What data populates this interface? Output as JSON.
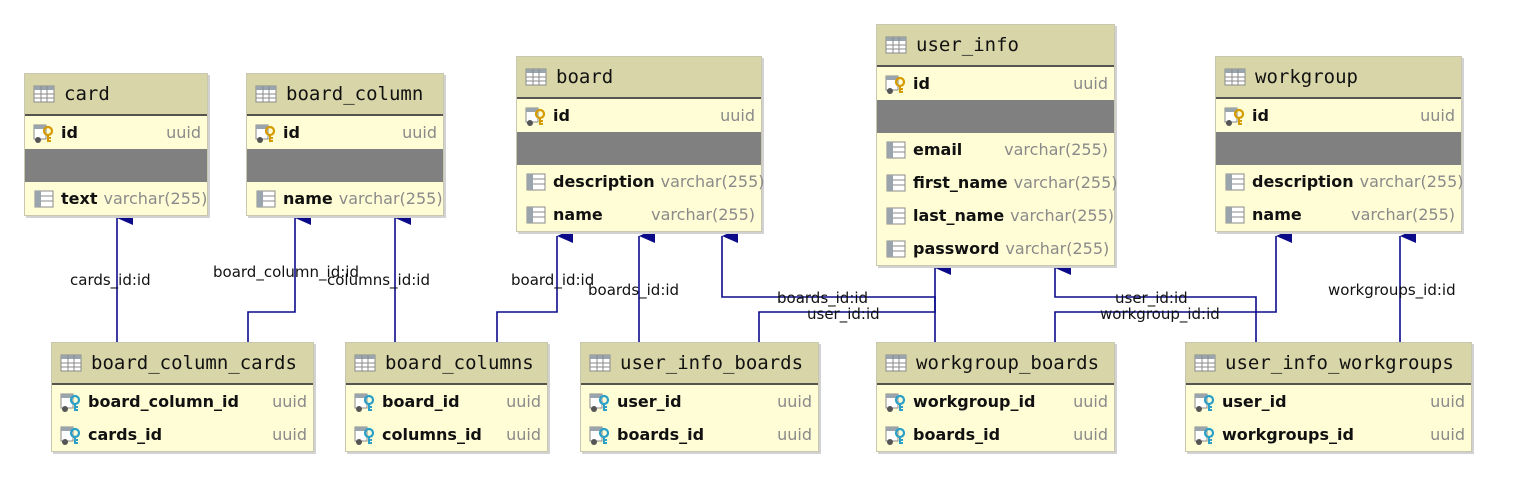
{
  "tables": {
    "card": {
      "name": "card",
      "columns": [
        {
          "name": "id",
          "type": "uuid",
          "icon": "primary-key-icon"
        },
        {
          "name": "text",
          "type": "varchar(255)",
          "icon": "column-icon"
        }
      ]
    },
    "board_column": {
      "name": "board_column",
      "columns": [
        {
          "name": "id",
          "type": "uuid",
          "icon": "primary-key-icon"
        },
        {
          "name": "name",
          "type": "varchar(255)",
          "icon": "column-icon"
        }
      ]
    },
    "board": {
      "name": "board",
      "columns": [
        {
          "name": "id",
          "type": "uuid",
          "icon": "primary-key-icon"
        },
        {
          "name": "description",
          "type": "varchar(255)",
          "icon": "column-icon"
        },
        {
          "name": "name",
          "type": "varchar(255)",
          "icon": "column-icon"
        }
      ]
    },
    "user_info": {
      "name": "user_info",
      "columns": [
        {
          "name": "id",
          "type": "uuid",
          "icon": "primary-key-icon"
        },
        {
          "name": "email",
          "type": "varchar(255)",
          "icon": "column-icon"
        },
        {
          "name": "first_name",
          "type": "varchar(255)",
          "icon": "column-icon"
        },
        {
          "name": "last_name",
          "type": "varchar(255)",
          "icon": "column-icon"
        },
        {
          "name": "password",
          "type": "varchar(255)",
          "icon": "column-icon"
        }
      ]
    },
    "workgroup": {
      "name": "workgroup",
      "columns": [
        {
          "name": "id",
          "type": "uuid",
          "icon": "primary-key-icon"
        },
        {
          "name": "description",
          "type": "varchar(255)",
          "icon": "column-icon"
        },
        {
          "name": "name",
          "type": "varchar(255)",
          "icon": "column-icon"
        }
      ]
    },
    "board_column_cards": {
      "name": "board_column_cards",
      "columns": [
        {
          "name": "board_column_id",
          "type": "uuid",
          "icon": "foreign-key-icon"
        },
        {
          "name": "cards_id",
          "type": "uuid",
          "icon": "foreign-key-icon"
        }
      ]
    },
    "board_columns": {
      "name": "board_columns",
      "columns": [
        {
          "name": "board_id",
          "type": "uuid",
          "icon": "foreign-key-icon"
        },
        {
          "name": "columns_id",
          "type": "uuid",
          "icon": "foreign-key-icon"
        }
      ]
    },
    "user_info_boards": {
      "name": "user_info_boards",
      "columns": [
        {
          "name": "user_id",
          "type": "uuid",
          "icon": "foreign-key-icon"
        },
        {
          "name": "boards_id",
          "type": "uuid",
          "icon": "foreign-key-icon"
        }
      ]
    },
    "workgroup_boards": {
      "name": "workgroup_boards",
      "columns": [
        {
          "name": "workgroup_id",
          "type": "uuid",
          "icon": "foreign-key-icon"
        },
        {
          "name": "boards_id",
          "type": "uuid",
          "icon": "foreign-key-icon"
        }
      ]
    },
    "user_info_workgroups": {
      "name": "user_info_workgroups",
      "columns": [
        {
          "name": "user_id",
          "type": "uuid",
          "icon": "foreign-key-icon"
        },
        {
          "name": "workgroups_id",
          "type": "uuid",
          "icon": "foreign-key-icon"
        }
      ]
    }
  },
  "relations": [
    {
      "label": "cards_id:id",
      "from": "board_column_cards",
      "to": "card"
    },
    {
      "label": "board_column_id:id",
      "from": "board_column_cards",
      "to": "board_column"
    },
    {
      "label": "columns_id:id",
      "from": "board_columns",
      "to": "board_column"
    },
    {
      "label": "board_id:id",
      "from": "board_columns",
      "to": "board"
    },
    {
      "label": "boards_id:id",
      "from": "user_info_boards",
      "to": "board"
    },
    {
      "label": "user_id:id",
      "from": "user_info_boards",
      "to": "user_info"
    },
    {
      "label": "boards_id:id",
      "from": "workgroup_boards",
      "to": "board"
    },
    {
      "label": "workgroup_id:id",
      "from": "workgroup_boards",
      "to": "workgroup"
    },
    {
      "label": "user_id:id",
      "from": "user_info_workgroups",
      "to": "user_info"
    },
    {
      "label": "workgroups_id:id",
      "from": "user_info_workgroups",
      "to": "workgroup"
    }
  ],
  "colors": {
    "table_body": "#fffdd6",
    "table_header": "#d8d6a8",
    "separator": "#808080",
    "relation_line": "#0b0b8a",
    "column_type": "#8a8a8a"
  }
}
